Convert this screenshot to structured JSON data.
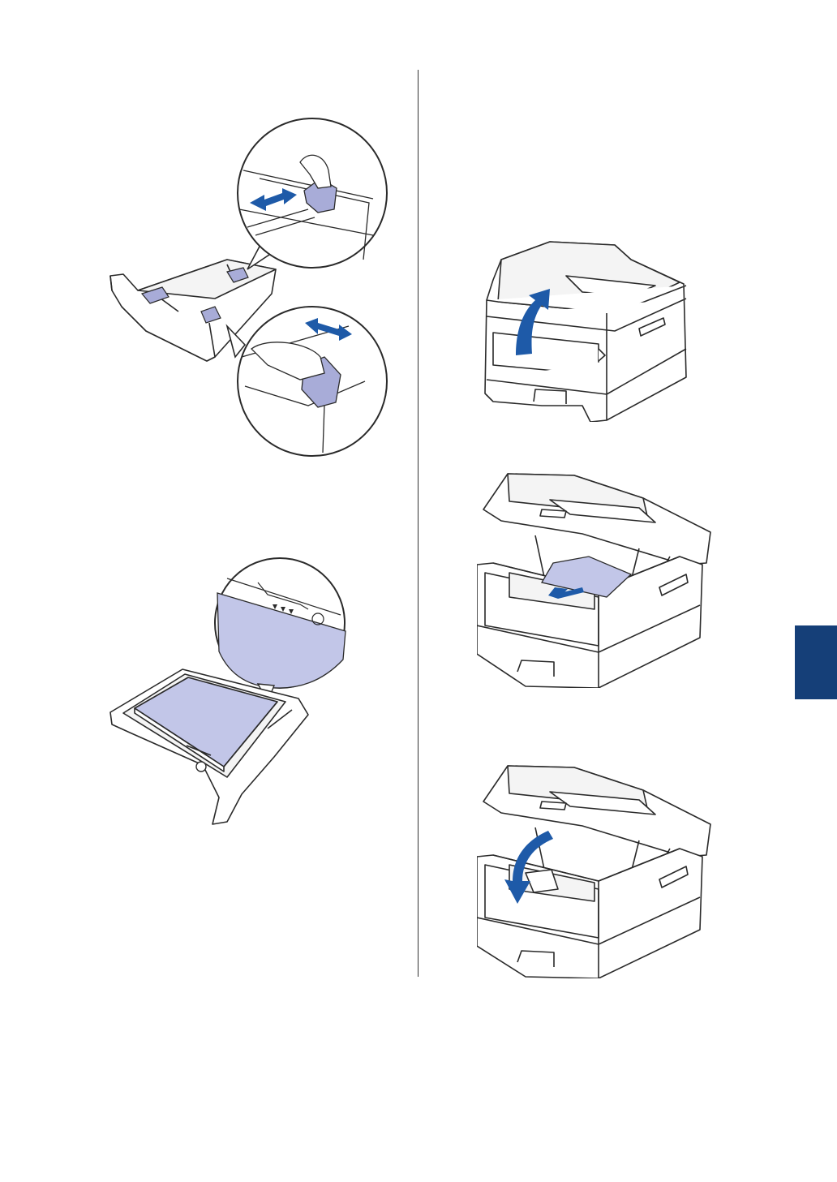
{
  "colors": {
    "accent": "#1e5aa8",
    "tab": "#153f78",
    "guide": "#a8acd8",
    "paper": "#c2c6e8",
    "line": "#2a2a2a"
  },
  "illustrations": [
    {
      "name": "paper-tray-guides",
      "icon": "paper-tray-guide-adjust"
    },
    {
      "name": "paper-tray-loaded",
      "icon": "paper-tray-max-mark"
    },
    {
      "name": "printer-scanner-open",
      "icon": "arrow-curved-up"
    },
    {
      "name": "printer-remove-jam",
      "icon": "arrow-pull-out"
    },
    {
      "name": "printer-scanner-close",
      "icon": "arrow-curved-down"
    }
  ]
}
